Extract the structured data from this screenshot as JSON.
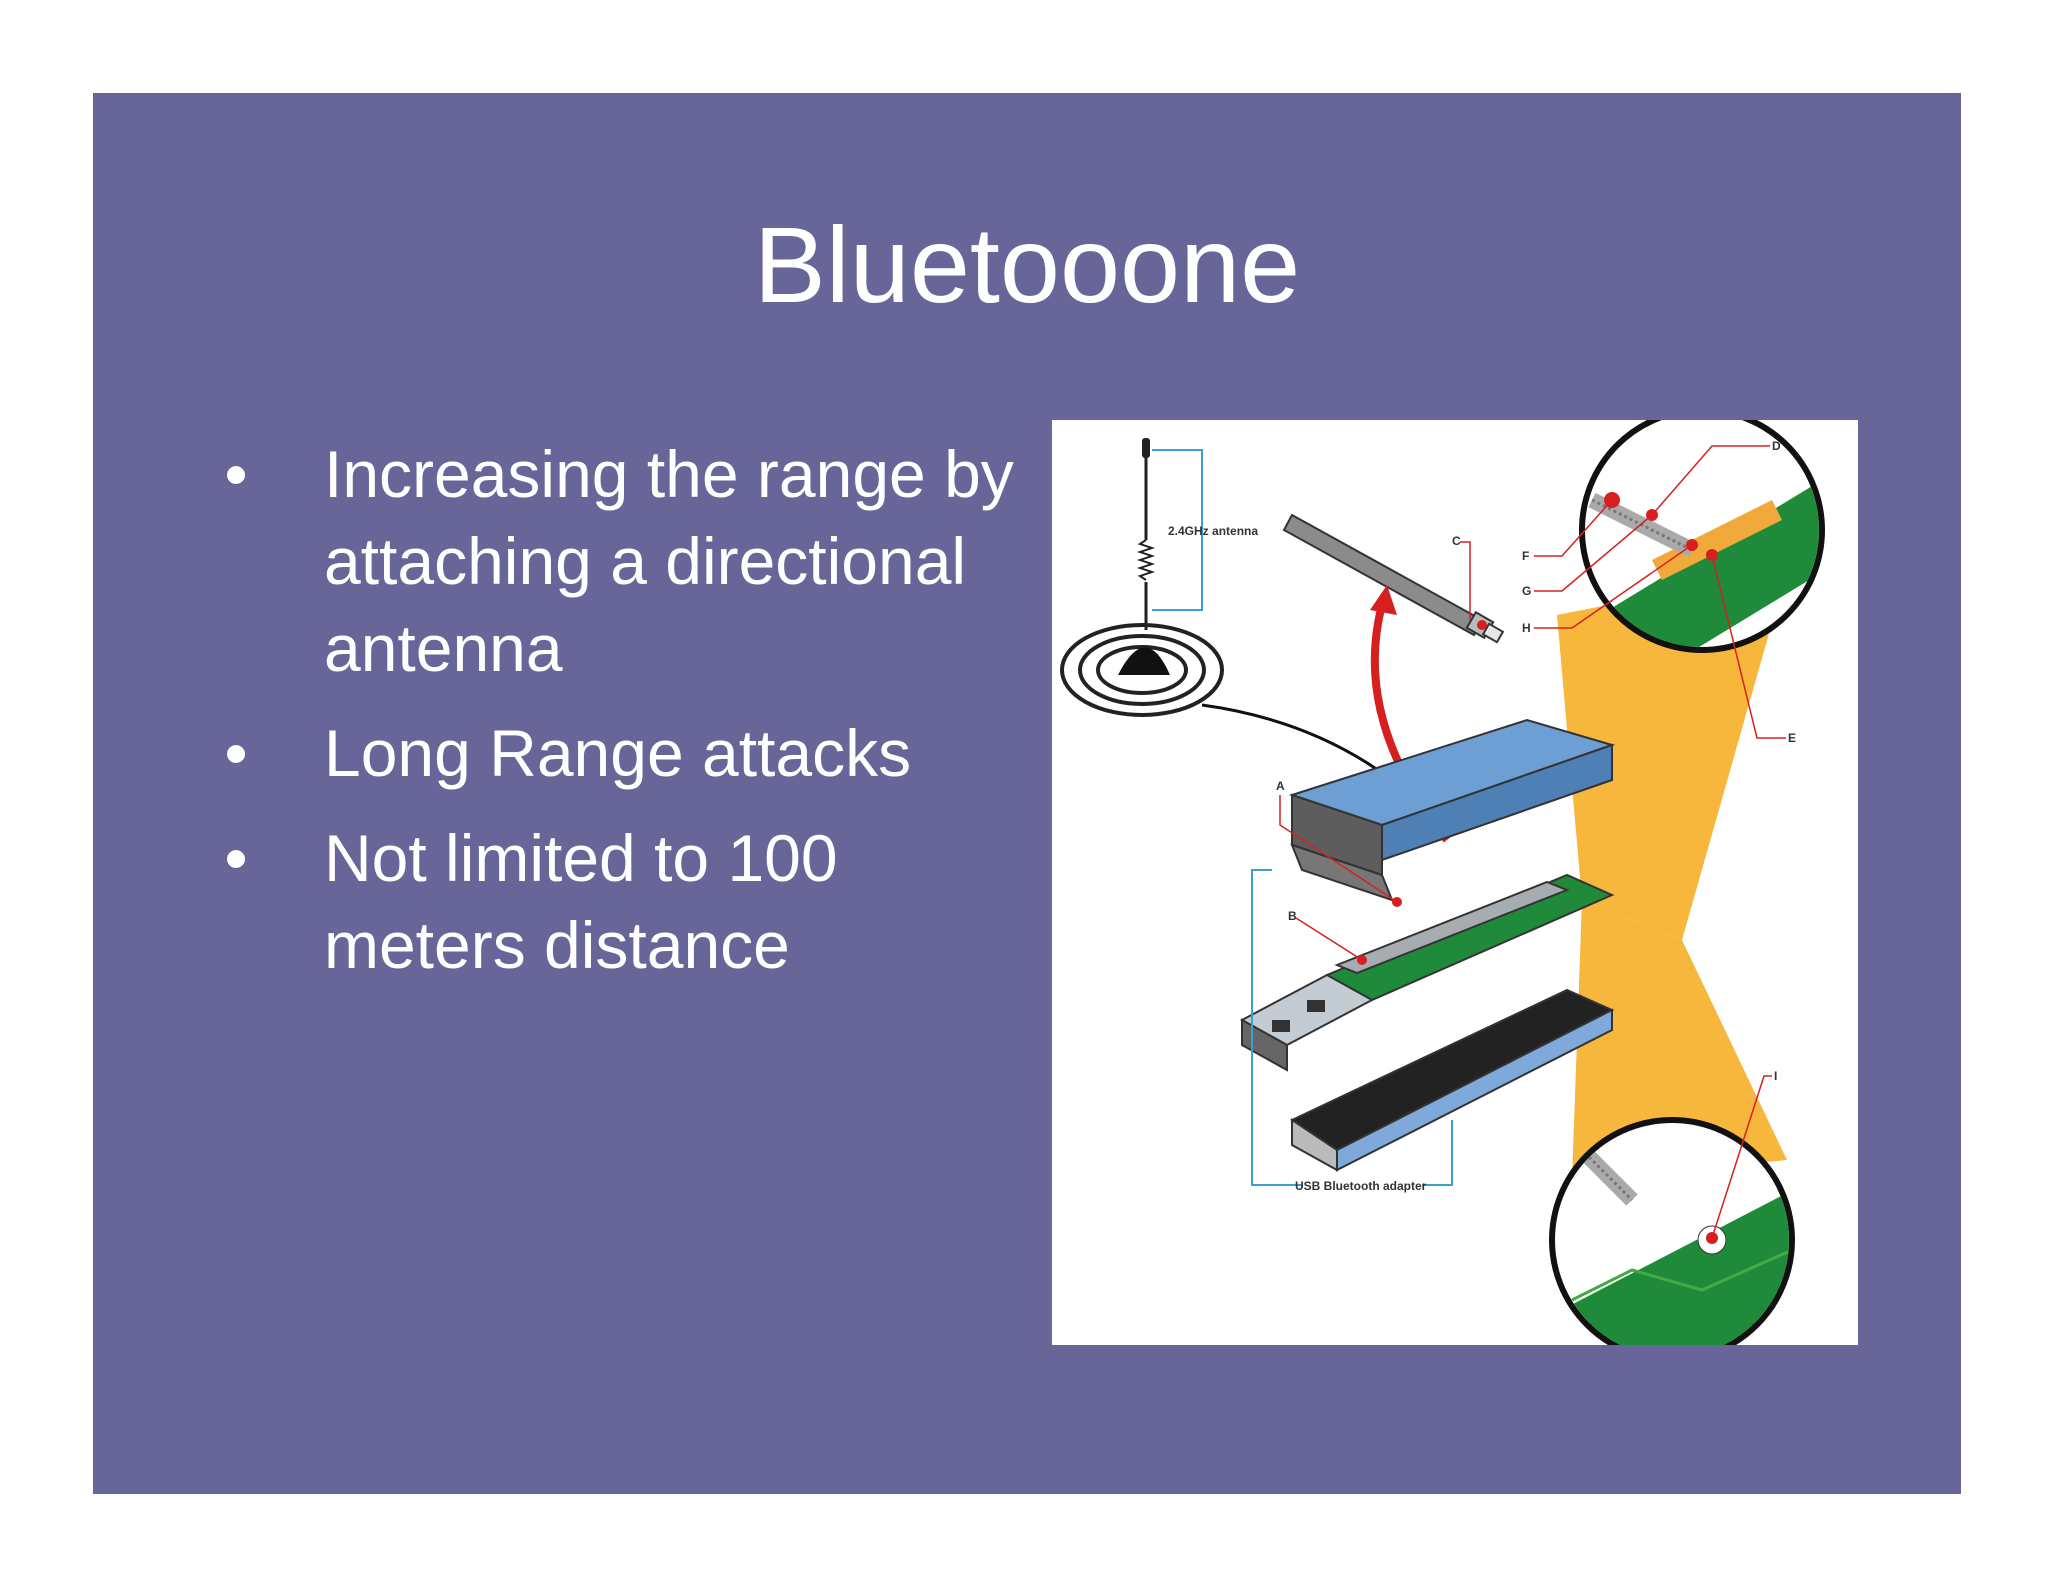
{
  "slide": {
    "title": "Bluetooone",
    "bullets": [
      {
        "text": "Increasing the range by attaching a directional antenna"
      },
      {
        "text": "Long Range attacks"
      },
      {
        "text": "Not limited to 100 meters distance"
      }
    ]
  },
  "figure": {
    "labels": {
      "antenna": "2.4GHz antenna",
      "usb_adapter": "USB Bluetooth adapter",
      "a": "A",
      "b": "B",
      "c": "C",
      "d": "D",
      "e": "E",
      "f": "F",
      "g": "G",
      "h": "H",
      "i": "I"
    }
  },
  "colors": {
    "slide_background": "#686699",
    "text": "#ffffff",
    "pcb_green": "#1f8a3a",
    "highlight_yellow": "#f6b73c",
    "arrow_red": "#d62020",
    "callout_blue": "#3aa0d0"
  }
}
